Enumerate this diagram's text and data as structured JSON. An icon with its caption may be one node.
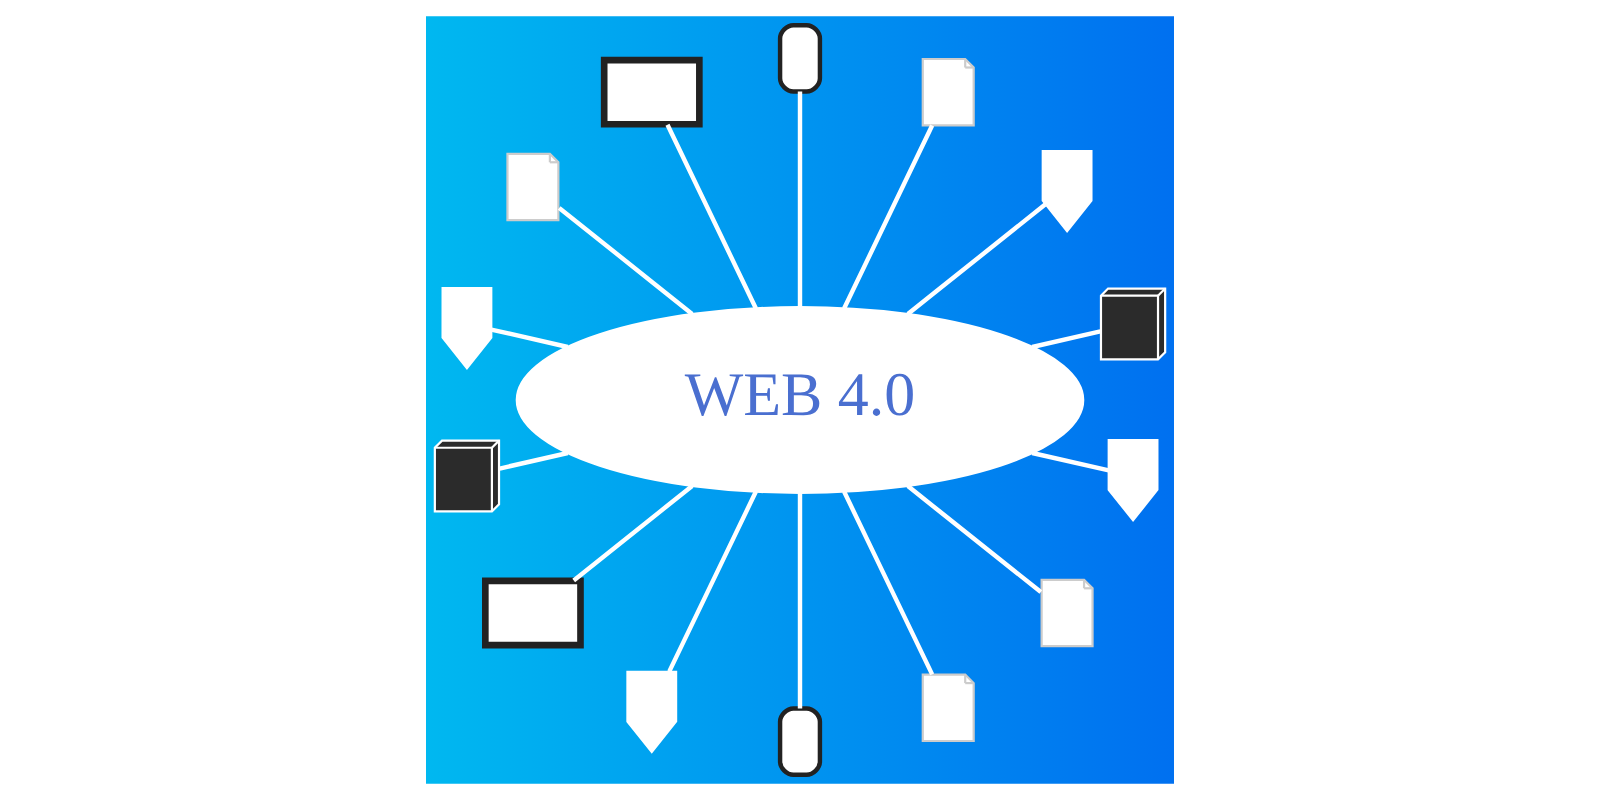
{
  "diagram": {
    "nodes": [
      {
        "text": [
          "WEB 4.0"
        ]
      },
      {
        "text": [],
        "shape": "server"
      },
      {
        "text": [],
        "shape": "person"
      },
      {
        "text": [],
        "shape": "document"
      },
      {
        "text": [],
        "shape": "phone"
      },
      {
        "text": [],
        "shape": "monitor"
      },
      {
        "text": [],
        "shape": "document"
      },
      {
        "text": [],
        "shape": "person"
      },
      {
        "text": [],
        "shape": "server"
      },
      {
        "text": [],
        "shape": "monitor"
      },
      {
        "text": [],
        "shape": "person"
      },
      {
        "text": [],
        "shape": "phone"
      },
      {
        "text": [],
        "shape": "document"
      },
      {
        "text": [],
        "shape": "document"
      },
      {
        "text": [],
        "shape": "person"
      }
    ],
    "edges": [
      {
        "from": 0,
        "to": 1,
        "arrow": "none"
      },
      {
        "from": 0,
        "to": 2,
        "arrow": "none"
      },
      {
        "from": 0,
        "to": 3,
        "arrow": "none"
      },
      {
        "from": 0,
        "to": 4,
        "arrow": "none"
      },
      {
        "from": 0,
        "to": 5,
        "arrow": "none"
      },
      {
        "from": 0,
        "to": 6,
        "arrow": "none"
      },
      {
        "from": 0,
        "to": 7,
        "arrow": "none"
      },
      {
        "from": 0,
        "to": 8,
        "arrow": "none"
      },
      {
        "from": 0,
        "to": 9,
        "arrow": "none"
      },
      {
        "from": 0,
        "to": 10,
        "arrow": "none"
      },
      {
        "from": 0,
        "to": 11,
        "arrow": "none"
      },
      {
        "from": 0,
        "to": 12,
        "arrow": "none"
      },
      {
        "from": 0,
        "to": 13,
        "arrow": "none"
      },
      {
        "from": 0,
        "to": 14,
        "arrow": "none"
      }
    ]
  }
}
